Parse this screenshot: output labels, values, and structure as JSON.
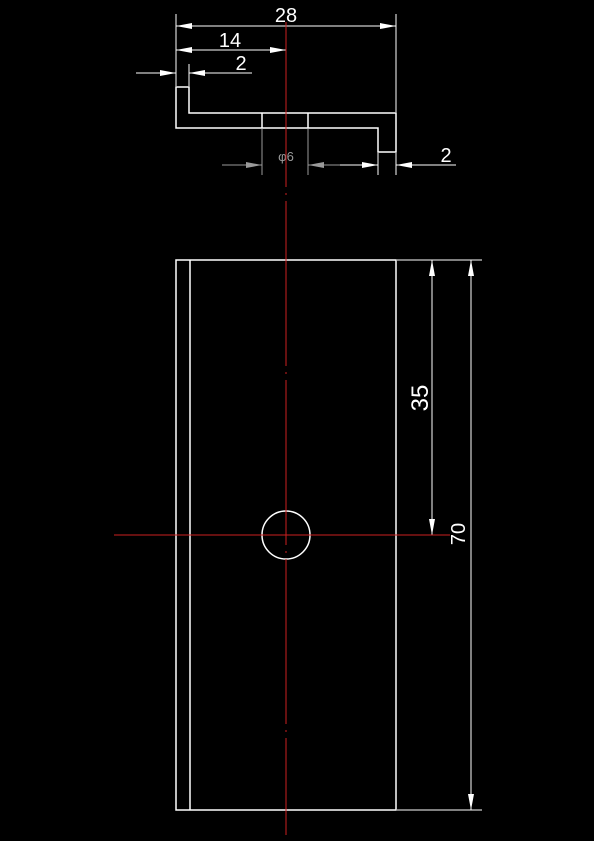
{
  "colors": {
    "background": "#000000",
    "object_lines": "#ffffff",
    "center_lines": "#cc1f1f",
    "hidden_dims": "#9a9a9a"
  },
  "side_view": {
    "dimensions": {
      "overall_width": "28",
      "half_width": "14",
      "left_lip": "2",
      "hole_diameter": "φ6",
      "right_lip": "2"
    }
  },
  "front_view": {
    "dimensions": {
      "hole_center_height": "35",
      "overall_height": "70"
    }
  }
}
